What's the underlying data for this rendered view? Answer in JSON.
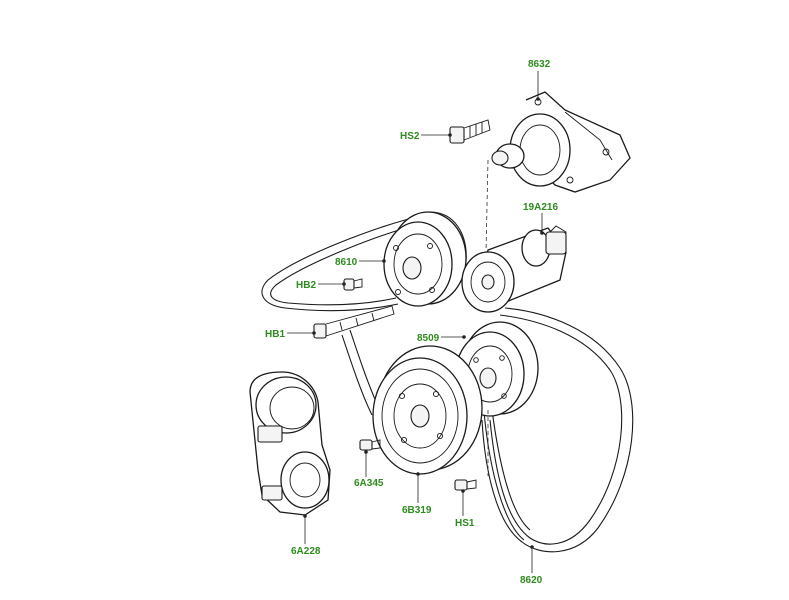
{
  "colors": {
    "label": "#2e8b1e",
    "line": "#1a1a1a",
    "background": "#ffffff"
  },
  "callouts": {
    "c8632": "8632",
    "hs2": "HS2",
    "c19a216": "19A216",
    "c8610": "8610",
    "hb2": "HB2",
    "hb1": "HB1",
    "c8509": "8509",
    "c6a345": "6A345",
    "c6b319": "6B319",
    "hs1": "HS1",
    "c6a228": "6A228",
    "c8620": "8620"
  }
}
